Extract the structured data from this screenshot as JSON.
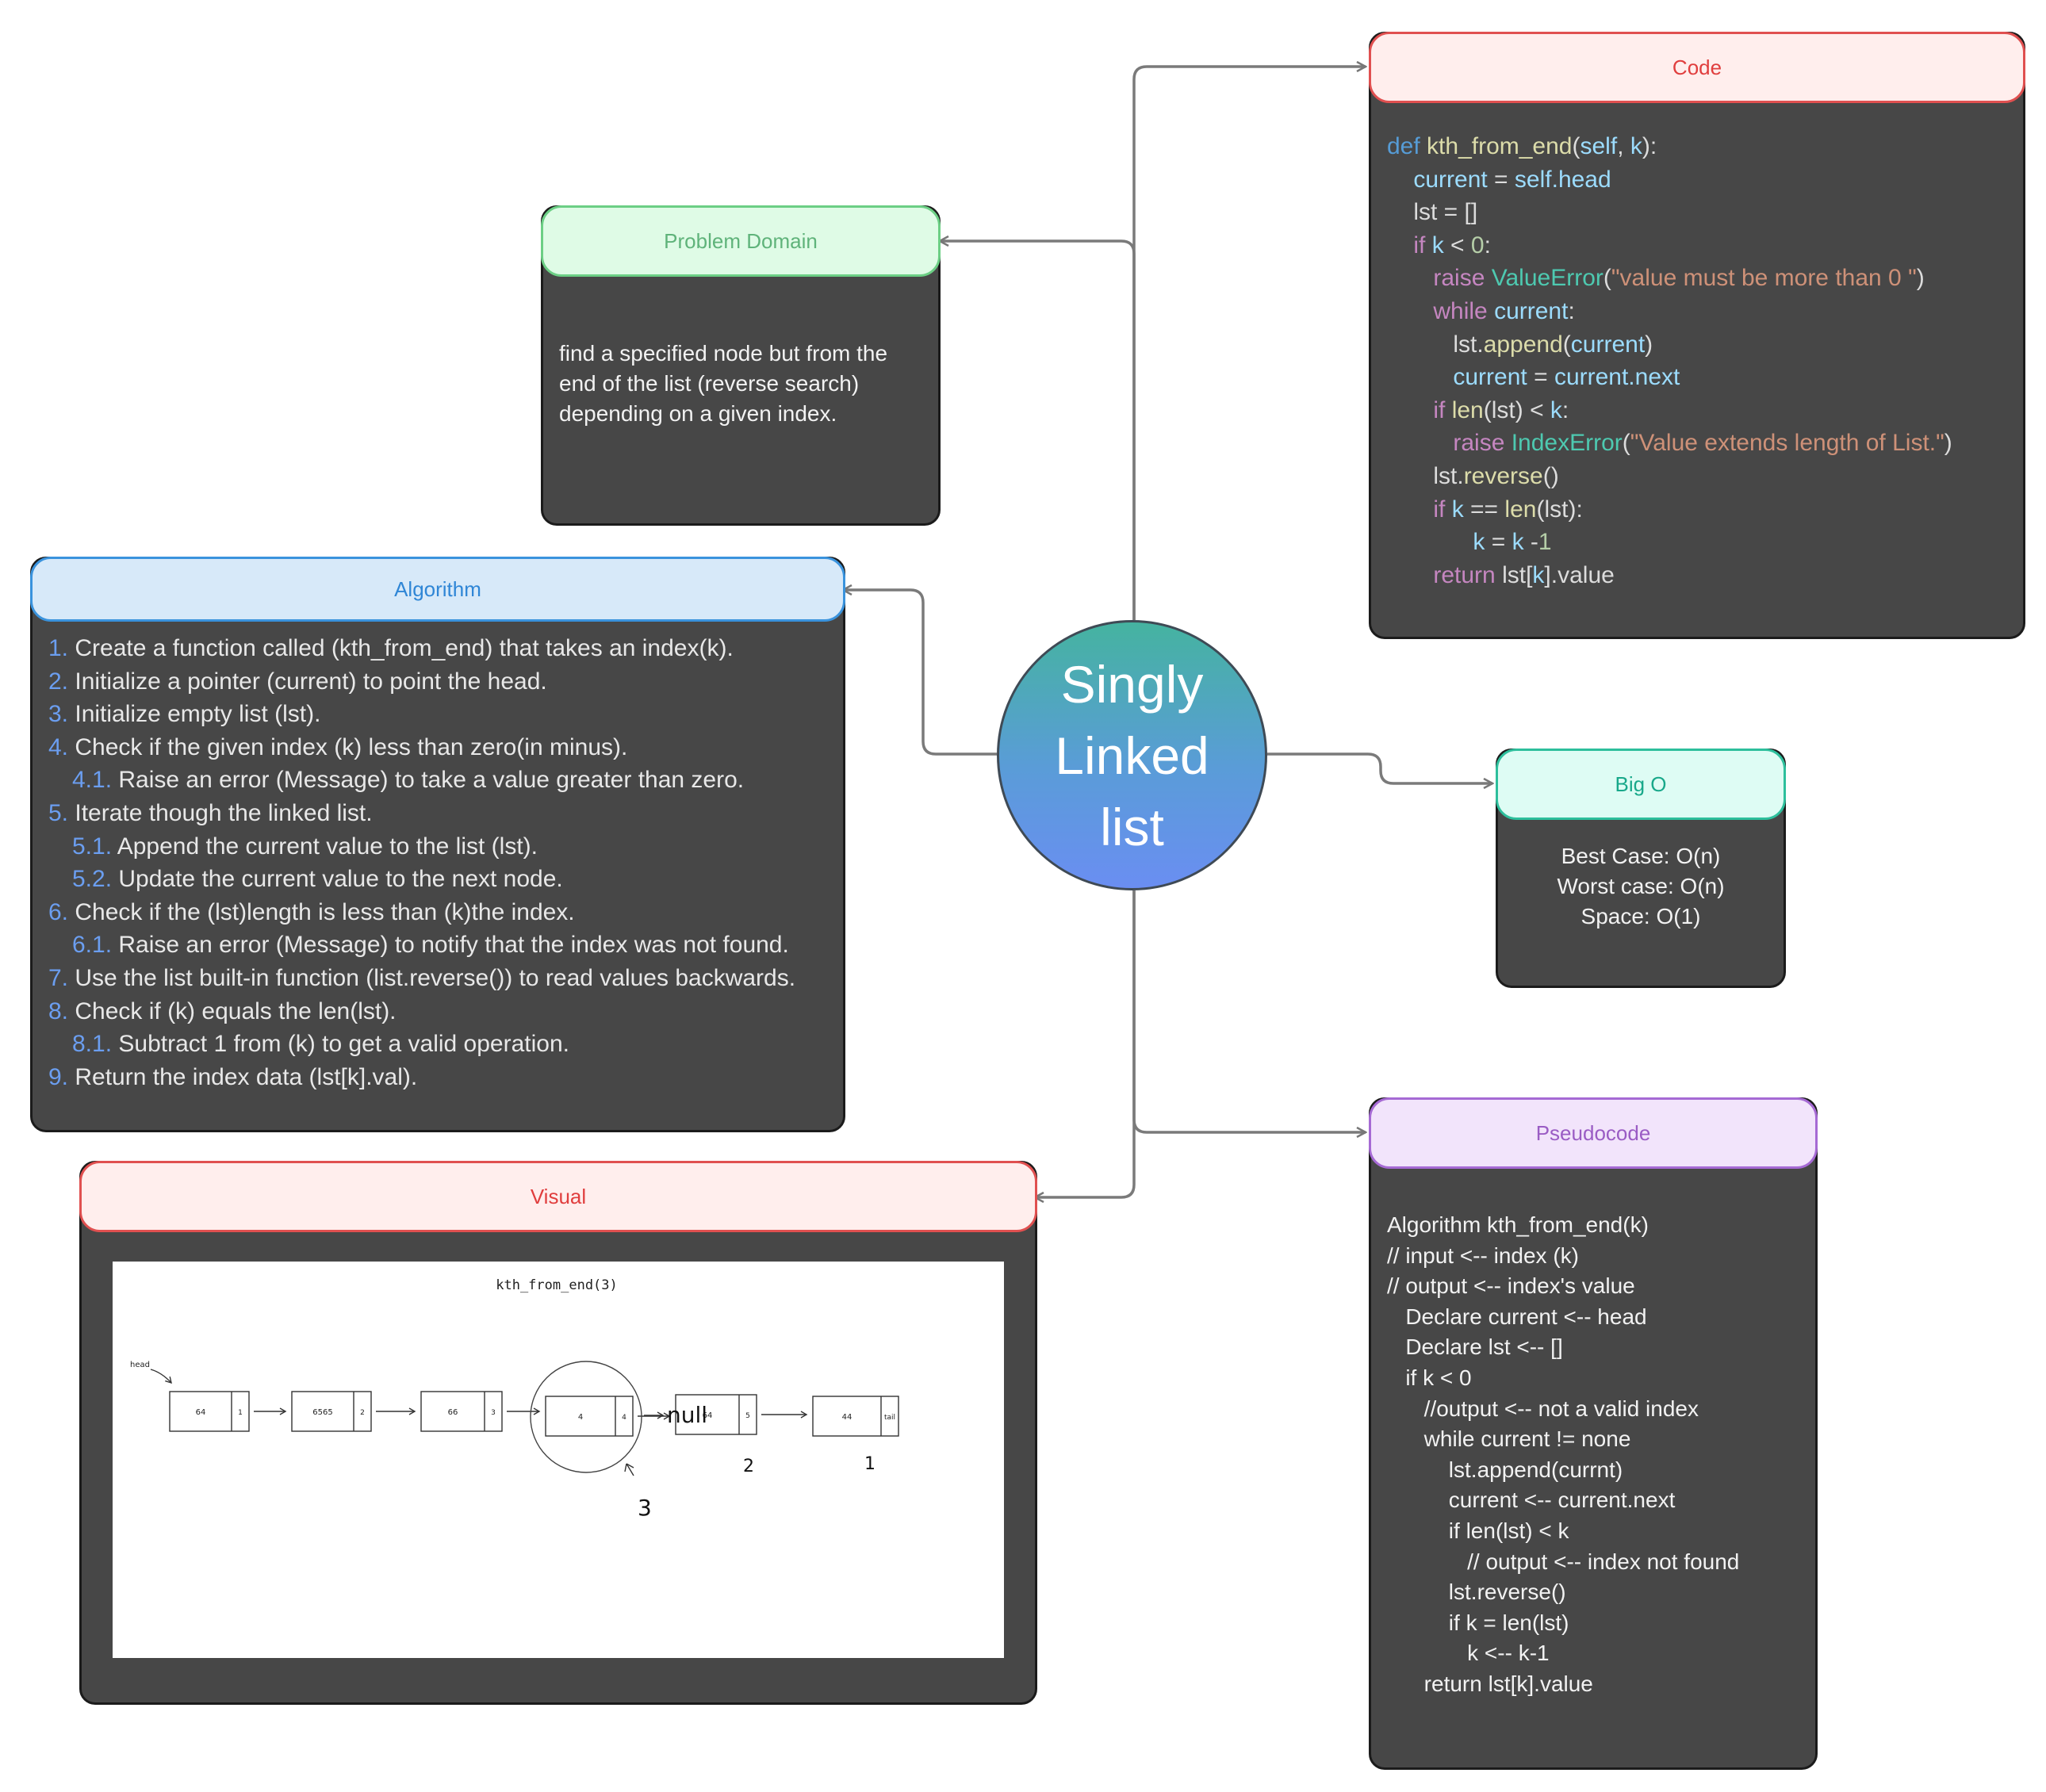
{
  "center": {
    "lines": [
      "Singly",
      "Linked",
      "list"
    ]
  },
  "problem_domain": {
    "title": "Problem Domain",
    "lines": [
      "find a specified  node but from the",
      "end of the list (reverse search)",
      "depending on a given index."
    ]
  },
  "algorithm": {
    "title": "Algorithm",
    "items": [
      {
        "num": "1.",
        "text": " Create a function called (kth_from_end) that takes an index(k).",
        "indent": 0
      },
      {
        "num": "2.",
        "text": " Initialize a pointer (current) to point the head.",
        "indent": 0
      },
      {
        "num": "3.",
        "text": " Initialize empty list (lst).",
        "indent": 0
      },
      {
        "num": "4.",
        "text": " Check if the given index (k) less than zero(in minus).",
        "indent": 0
      },
      {
        "num": "4.1.",
        "text": " Raise an error (Message) to take a value greater than zero.",
        "indent": 1
      },
      {
        "num": "5.",
        "text": " Iterate though the linked list.",
        "indent": 0
      },
      {
        "num": "5.1.",
        "text": " Append the current value to the list (lst).",
        "indent": 1
      },
      {
        "num": "5.2.",
        "text": " Update the current value to the next node.",
        "indent": 1
      },
      {
        "num": "6.",
        "text": " Check if the (lst)length is less than (k)the index.",
        "indent": 0
      },
      {
        "num": "6.1.",
        "text": " Raise an error (Message) to notify that the index was not found.",
        "indent": 1
      },
      {
        "num": "7.",
        "text": " Use the list built-in function (list.reverse()) to read values backwards.",
        "indent": 0
      },
      {
        "num": "8.",
        "text": " Check if (k) equals the len(lst).",
        "indent": 0
      },
      {
        "num": "8.1.",
        "text": " Subtract 1 from (k) to get a valid operation.",
        "indent": 1
      },
      {
        "num": "9.",
        "text": " Return the index data (lst[k].val).",
        "indent": 0
      }
    ]
  },
  "code": {
    "title": "Code",
    "lines": [
      [
        [
          "kw2",
          "def "
        ],
        [
          "fn",
          "kth_from_end"
        ],
        [
          "pl",
          "("
        ],
        [
          "var",
          "self"
        ],
        [
          "pl",
          ", "
        ],
        [
          "var",
          "k"
        ],
        [
          "pl",
          "):"
        ]
      ],
      [
        [
          "pl",
          "    "
        ],
        [
          "var",
          "current"
        ],
        [
          "pl",
          " = "
        ],
        [
          "var",
          "self.head"
        ]
      ],
      [
        [
          "pl",
          "    lst = []"
        ]
      ],
      [
        [
          "pl",
          "    "
        ],
        [
          "kw",
          "if "
        ],
        [
          "var",
          "k"
        ],
        [
          "pl",
          " < "
        ],
        [
          "num",
          "0"
        ],
        [
          "pl",
          ":"
        ]
      ],
      [
        [
          "pl",
          "       "
        ],
        [
          "kw",
          "raise "
        ],
        [
          "cls",
          "ValueError"
        ],
        [
          "pl",
          "("
        ],
        [
          "str",
          "\"value must be more than 0 \""
        ],
        [
          "pl",
          ")"
        ]
      ],
      [
        [
          "pl",
          "       "
        ],
        [
          "kw",
          "while "
        ],
        [
          "var",
          "current"
        ],
        [
          "pl",
          ":"
        ]
      ],
      [
        [
          "pl",
          "          lst."
        ],
        [
          "fn",
          "append"
        ],
        [
          "pl",
          "("
        ],
        [
          "var",
          "current"
        ],
        [
          "pl",
          ")"
        ]
      ],
      [
        [
          "pl",
          "          "
        ],
        [
          "var",
          "current"
        ],
        [
          "pl",
          " = "
        ],
        [
          "var",
          "current.next"
        ]
      ],
      [
        [
          "pl",
          "       "
        ],
        [
          "kw",
          "if "
        ],
        [
          "fn",
          "len"
        ],
        [
          "pl",
          "(lst) < "
        ],
        [
          "var",
          "k"
        ],
        [
          "pl",
          ":"
        ]
      ],
      [
        [
          "pl",
          "          "
        ],
        [
          "kw",
          "raise "
        ],
        [
          "cls",
          "IndexError"
        ],
        [
          "pl",
          "("
        ],
        [
          "str",
          "\"Value extends length of List.\""
        ],
        [
          "pl",
          ")"
        ]
      ],
      [
        [
          "pl",
          "       lst."
        ],
        [
          "fn",
          "reverse"
        ],
        [
          "pl",
          "()"
        ]
      ],
      [
        [
          "pl",
          "       "
        ],
        [
          "kw",
          "if "
        ],
        [
          "var",
          "k"
        ],
        [
          "pl",
          " == "
        ],
        [
          "fn",
          "len"
        ],
        [
          "pl",
          "(lst):"
        ]
      ],
      [
        [
          "pl",
          "             "
        ],
        [
          "var",
          "k"
        ],
        [
          "pl",
          " = "
        ],
        [
          "var",
          "k"
        ],
        [
          "pl",
          " -"
        ],
        [
          "num",
          "1"
        ]
      ],
      [
        [
          "pl",
          "       "
        ],
        [
          "kw",
          "return "
        ],
        [
          "pl",
          "lst["
        ],
        [
          "var",
          "k"
        ],
        [
          "pl",
          "].value"
        ]
      ]
    ]
  },
  "big_o": {
    "title": "Big O",
    "lines": [
      "Best Case: O(n)",
      "Worst case: O(n)",
      "Space: O(1)"
    ]
  },
  "pseudocode": {
    "title": "Pseudocode",
    "lines": [
      "Algorithm kth_from_end(k)",
      "// input <-- index (k)",
      "// output <-- index's value",
      "   Declare current <-- head",
      "   Declare lst <-- []",
      "   if k < 0",
      "      //output <-- not a valid index",
      "      while current != none",
      "          lst.append(currnt)",
      "          current <-- current.next",
      "          if len(lst) < k",
      "             // output <-- index not found",
      "          lst.reverse()",
      "          if k = len(lst)",
      "             k <-- k-1",
      "      return lst[k].value"
    ]
  },
  "visual": {
    "title": "Visual",
    "sketch": {
      "title": "kth_from_end(3)",
      "head_label": "head",
      "nodes": [
        {
          "value": "64",
          "next": "1"
        },
        {
          "value": "6565",
          "next": "2"
        },
        {
          "value": "66",
          "next": "3"
        },
        {
          "value": "4",
          "next": "4"
        },
        {
          "value": "64",
          "next": "5"
        },
        {
          "value": "44",
          "next": "tail"
        }
      ],
      "end_label": "null",
      "marks": [
        "3",
        "2",
        "1"
      ]
    }
  },
  "colors": {
    "card_bg": "#474747",
    "code_head_bg": "#ffeeed",
    "code_head_text": "#e03e3e",
    "code_head_border": "#e05050",
    "problem_head_bg": "#dffbe6",
    "problem_head_text": "#5fb37a",
    "problem_head_border": "#6ccf85",
    "algorithm_head_bg": "#d7e9f9",
    "algorithm_head_text": "#2f86d6",
    "algorithm_head_border": "#3a93dd",
    "bigo_head_bg": "#defcf4",
    "bigo_head_text": "#18a88a",
    "bigo_head_border": "#2dbf9c",
    "pseudo_head_bg": "#f2e4fb",
    "pseudo_head_text": "#9a5cc4",
    "pseudo_head_border": "#a66ad4",
    "visual_head_bg": "#ffeeed",
    "visual_head_text": "#e03e3e",
    "visual_head_border": "#e05050",
    "center_top": "#45b3a0",
    "center_bottom": "#6a8ef2"
  }
}
